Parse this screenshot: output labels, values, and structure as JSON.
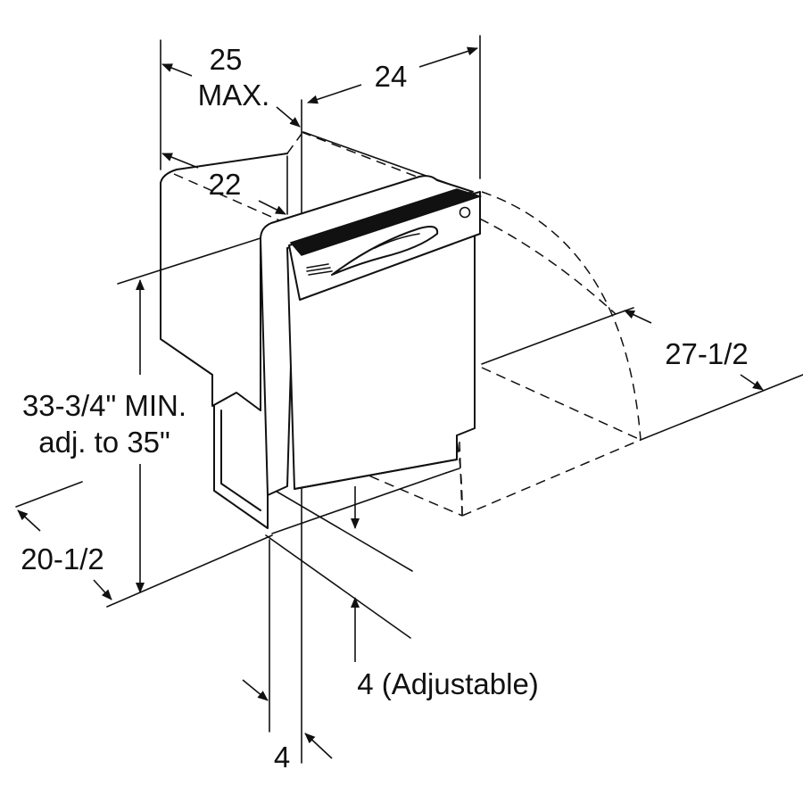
{
  "diagram": {
    "labels": {
      "depth_max_line1": "25",
      "depth_max_line2": "MAX.",
      "width_24": "24",
      "depth_22": "22",
      "door_swing": "27-1/2",
      "height_line1": "33-3/4\" MIN.",
      "height_line2": "adj. to 35\"",
      "depth_20": "20-1/2",
      "leg_adjust": "4 (Adjustable)",
      "toe_kick": "4"
    }
  }
}
